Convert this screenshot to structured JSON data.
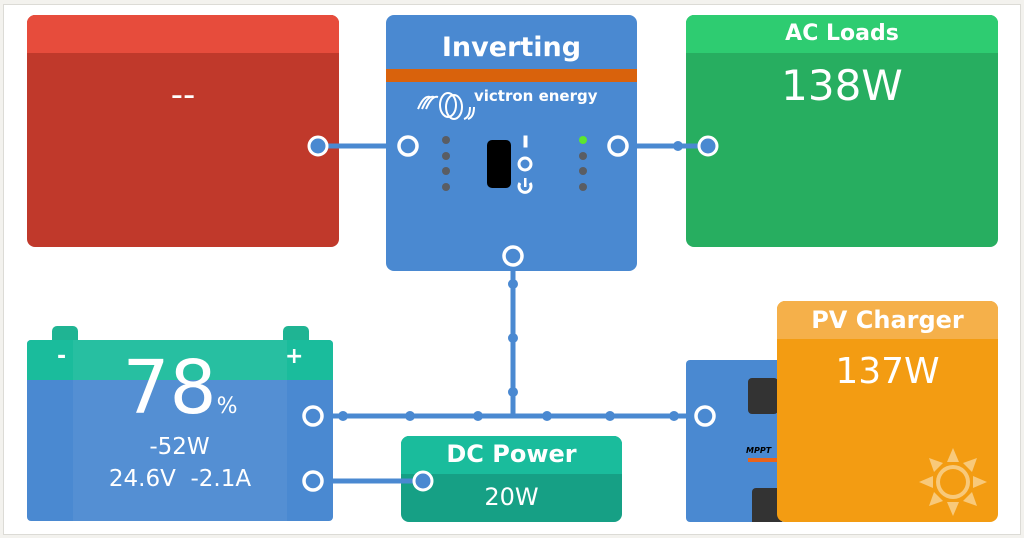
{
  "ac_input": {
    "value": "--",
    "color": "#c0392b",
    "header_color": "#e74c3c"
  },
  "inverter": {
    "title": "Inverting",
    "brand": "victron energy",
    "switch_labels": {
      "on": "I",
      "off": "O",
      "standby": "⏻"
    },
    "left_leds": [
      "off",
      "off",
      "off",
      "off"
    ],
    "right_leds": [
      "on",
      "off",
      "off",
      "off"
    ],
    "color": "#4a89d1",
    "stripe_color": "#d9620c"
  },
  "ac_loads": {
    "title": "AC Loads",
    "value": "138W",
    "color": "#27ae60"
  },
  "battery": {
    "minus": "-",
    "plus": "+",
    "soc": "78",
    "soc_unit": "%",
    "power": "-52W",
    "voltage": "24.6V",
    "current": "-2.1A"
  },
  "dc_power": {
    "title": "DC Power",
    "value": "20W"
  },
  "pv_charger": {
    "title": "PV Charger",
    "value": "137W",
    "icon": "sun-icon",
    "device": "MPPT"
  },
  "colors": {
    "wire": "#4a89d1",
    "led_on": "#5ce62e",
    "led_off": "#5a5d63"
  }
}
